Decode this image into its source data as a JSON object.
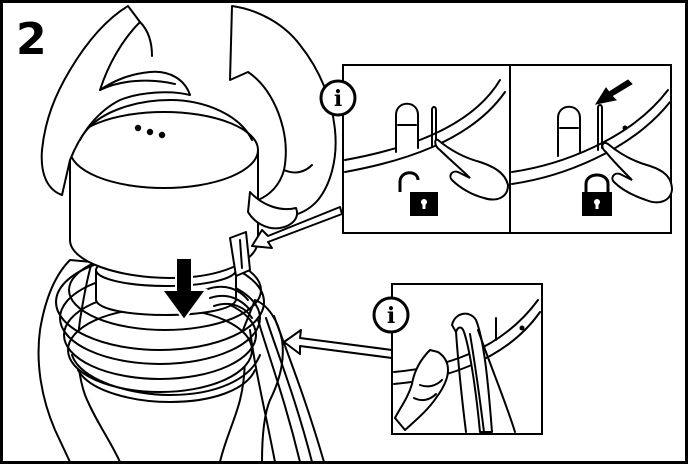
{
  "step": {
    "number": "2"
  },
  "callouts": [
    {
      "icon": "info-icon",
      "glyph": "i"
    },
    {
      "icon": "info-icon",
      "glyph": "i"
    }
  ],
  "icons": {
    "unlocked": "unlocked-padlock-icon",
    "locked": "locked-padlock-icon",
    "press_down": "down-arrow-icon",
    "push_in": "diagonal-arrow-icon"
  },
  "colors": {
    "line": "#000000",
    "background": "#ffffff"
  }
}
